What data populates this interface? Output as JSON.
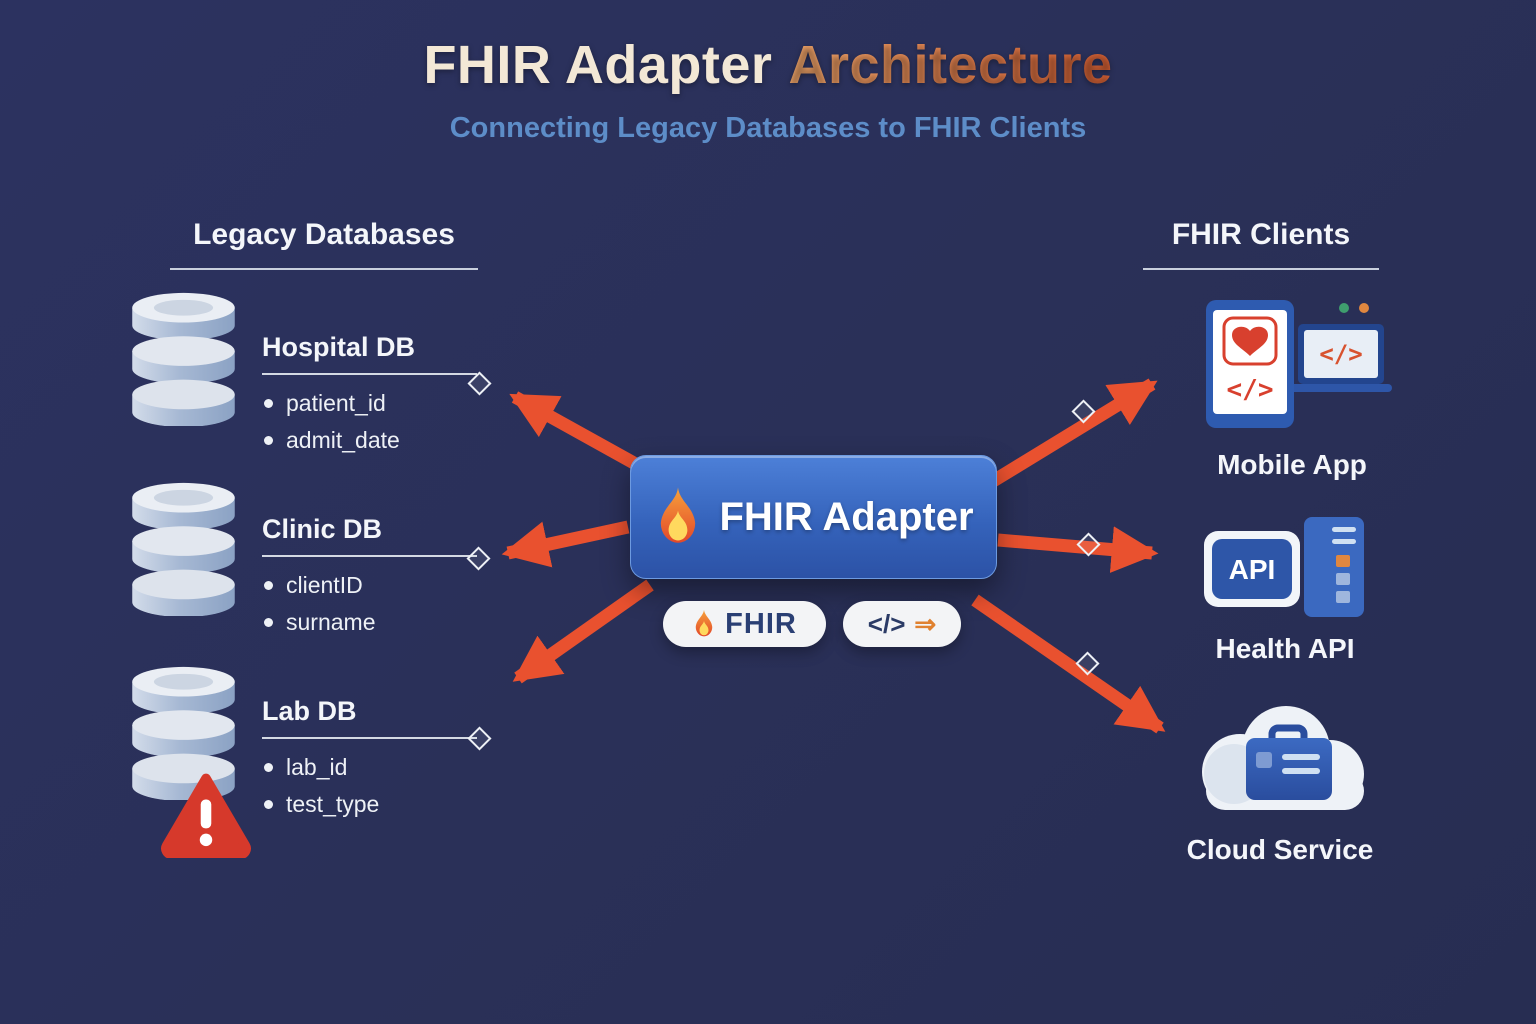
{
  "title": {
    "prefix": "FHIR Adapter",
    "highlight": "Architecture"
  },
  "subtitle": "Connecting Legacy Databases to FHIR Clients",
  "legacy": {
    "heading": "Legacy Databases",
    "databases": [
      {
        "name": "Hospital DB",
        "icon": "database-icon",
        "warning": false,
        "fields": [
          "patient_id",
          "admit_date"
        ]
      },
      {
        "name": "Clinic DB",
        "icon": "database-icon",
        "warning": false,
        "fields": [
          "clientID",
          "surname"
        ]
      },
      {
        "name": "Lab DB",
        "icon": "database-icon",
        "warning": true,
        "fields": [
          "lab_id",
          "test_type"
        ]
      }
    ]
  },
  "adapter": {
    "label": "FHIR Adapter",
    "icon": "flame-icon",
    "badges": [
      {
        "icon": "flame-icon",
        "label": "FHIR"
      },
      {
        "code": "</>",
        "arrow": "⇒"
      }
    ]
  },
  "clients": {
    "heading": "FHIR Clients",
    "items": [
      {
        "name": "Mobile App",
        "icon": "mobile-app-icon",
        "screen_code": "</>",
        "laptop_code": "</>"
      },
      {
        "name": "Health API",
        "icon": "api-server-icon",
        "badge": "API"
      },
      {
        "name": "Cloud Service",
        "icon": "cloud-briefcase-icon"
      }
    ]
  },
  "connections": [
    {
      "from": "FHIR Adapter",
      "to": "Hospital DB"
    },
    {
      "from": "FHIR Adapter",
      "to": "Clinic DB"
    },
    {
      "from": "FHIR Adapter",
      "to": "Lab DB"
    },
    {
      "from": "FHIR Adapter",
      "to": "Mobile App"
    },
    {
      "from": "FHIR Adapter",
      "to": "Health API"
    },
    {
      "from": "FHIR Adapter",
      "to": "Cloud Service"
    }
  ],
  "colors": {
    "background": "#2b3158",
    "arrow": "#e9512f",
    "accent_orange": "#e0873f",
    "title_cream": "#f3e8d6",
    "subtitle_blue": "#5d8dc8",
    "adapter_blue": "#3563bb",
    "warning_red": "#d6392b"
  }
}
